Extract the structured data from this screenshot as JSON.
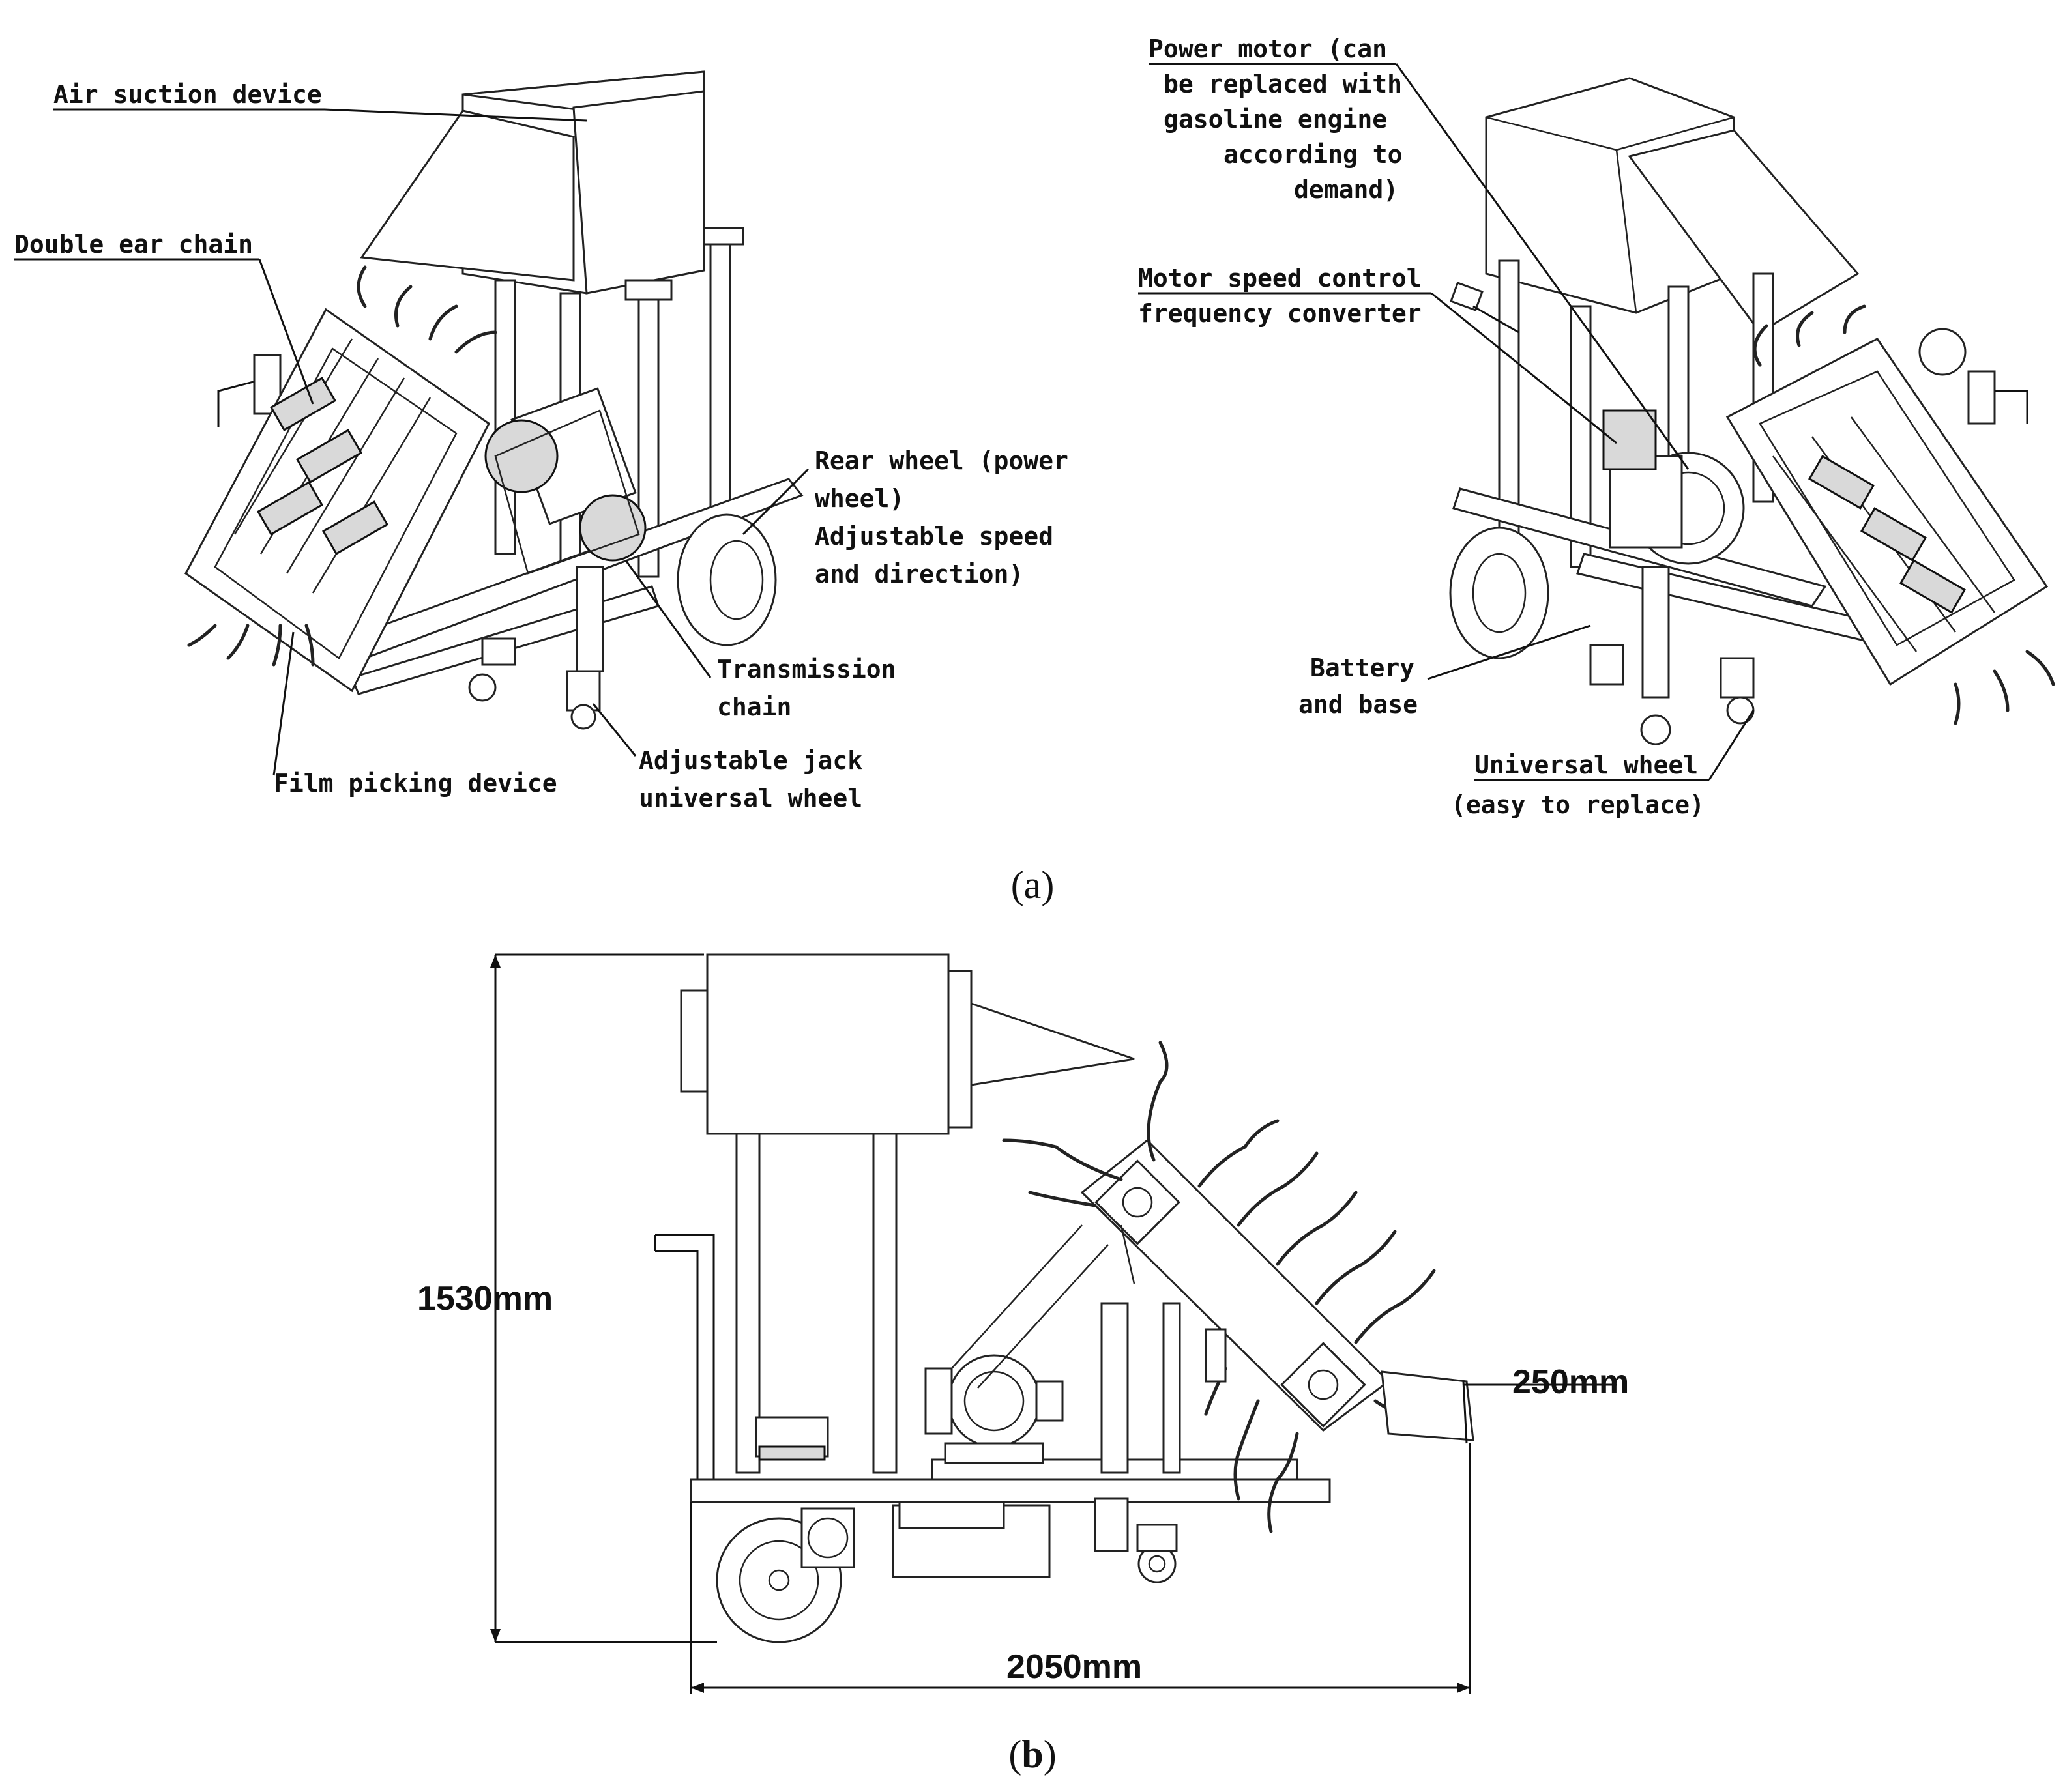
{
  "panel_a": {
    "caption_open": "(",
    "caption_letter": "a",
    "caption_close": ")",
    "left_view_labels": {
      "air_suction": "Air suction device",
      "double_ear_chain": "Double ear chain",
      "rear_wheel_1": "Rear wheel (power",
      "rear_wheel_2": "wheel)",
      "rear_wheel_3": "Adjustable speed",
      "rear_wheel_4": "and direction)",
      "transmission_1": "Transmission",
      "transmission_2": "chain",
      "film_picking": "Film picking device",
      "jack_1": "Adjustable jack",
      "jack_2": "universal wheel"
    },
    "right_view_labels": {
      "power_motor_1": "Power motor (can",
      "power_motor_2": "be replaced with",
      "power_motor_3": "gasoline engine",
      "power_motor_4": "according to",
      "power_motor_5": "demand)",
      "speed_control_1": "Motor speed control",
      "speed_control_2": "frequency converter",
      "battery_1": "Battery",
      "battery_2": "and base",
      "universal_1": "Universal wheel",
      "universal_2": "(easy to replace)"
    }
  },
  "panel_b": {
    "caption_open": "(",
    "caption_letter": "b",
    "caption_close": ")",
    "dimensions": {
      "height": "1530mm",
      "length": "2050mm",
      "depth": "250mm"
    }
  }
}
